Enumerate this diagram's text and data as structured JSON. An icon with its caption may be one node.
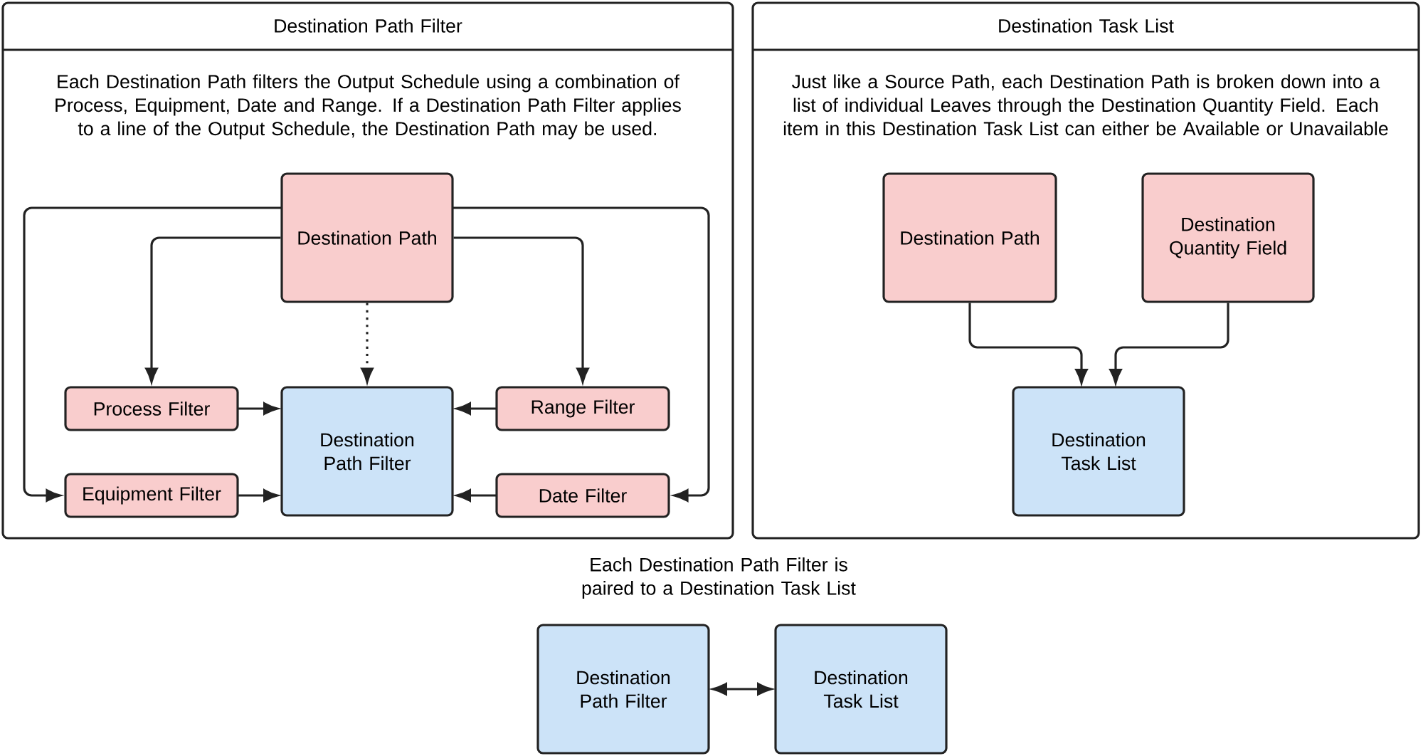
{
  "diagram": {
    "nodes": [
      {
        "text": [
          "Destination Path Filter",
          "Each Destination Path filters the Output Schedule using a combination of Process, Equipment, Date and Range. If a Destination Path Filter applies to a line of the Output Schedule, the Destination Path may be used."
        ]
      },
      {
        "text": [
          "Destination Path"
        ],
        "in": 0
      },
      {
        "text": [
          "Process Filter"
        ],
        "in": 0
      },
      {
        "text": [
          "Destination Path Filter"
        ],
        "in": 0
      },
      {
        "text": [
          "Range Filter"
        ],
        "in": 0
      },
      {
        "text": [
          "Equipment Filter"
        ],
        "in": 0
      },
      {
        "text": [
          "Date Filter"
        ],
        "in": 0
      },
      {
        "text": [
          "Destination Task List",
          "Just like a Source Path, each Destination Path is broken down into a list of individual Leaves through the Destination Quantity Field. Each item in this Destination Task List can either be Available or Unavailable"
        ]
      },
      {
        "text": [
          "Destination Path"
        ],
        "in": 7
      },
      {
        "text": [
          "Destination Quantity Field"
        ],
        "in": 7
      },
      {
        "text": [
          "Destination Task List"
        ],
        "in": 7
      },
      {
        "text": [
          "Destination Path Filter"
        ]
      },
      {
        "text": [
          "Destination Task List"
        ]
      }
    ],
    "edges": [
      {
        "from": 1,
        "to": 2,
        "arrow": "to"
      },
      {
        "from": 1,
        "to": 4,
        "arrow": "to"
      },
      {
        "from": 1,
        "to": 3,
        "arrow": "to",
        "style": "dashed"
      },
      {
        "from": 1,
        "to": 5,
        "arrow": "to"
      },
      {
        "from": 1,
        "to": 6,
        "arrow": "to"
      },
      {
        "from": 2,
        "to": 3,
        "arrow": "to"
      },
      {
        "from": 5,
        "to": 3,
        "arrow": "to"
      },
      {
        "from": 4,
        "to": 3,
        "arrow": "to"
      },
      {
        "from": 6,
        "to": 3,
        "arrow": "to"
      },
      {
        "from": 8,
        "to": 10,
        "arrow": "to"
      },
      {
        "from": 9,
        "to": 10,
        "arrow": "to"
      },
      {
        "from": 11,
        "to": 12,
        "arrow": "both"
      }
    ],
    "labels": [
      "Each Destination Path Filter is paired to a Destination Task List"
    ]
  }
}
